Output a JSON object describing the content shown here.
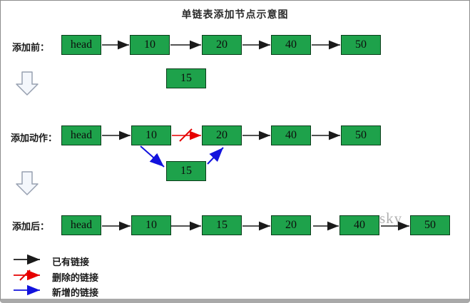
{
  "title": "单链表添加节点示意图",
  "watermark": "sky",
  "rows": {
    "before": {
      "label": "添加前：",
      "nodes": [
        "head",
        "10",
        "20",
        "40",
        "50"
      ],
      "new_node": "15"
    },
    "action": {
      "label": "添加动作：",
      "nodes": [
        "head",
        "10",
        "20",
        "40",
        "50"
      ],
      "new_node": "15"
    },
    "after": {
      "label": "添加后：",
      "nodes": [
        "head",
        "10",
        "15",
        "20",
        "40",
        "50"
      ]
    }
  },
  "legend": {
    "existing": {
      "label": "已有链接"
    },
    "deleted": {
      "label": "删除的链接"
    },
    "added": {
      "label": "新增的链接"
    }
  },
  "colors": {
    "node_fill": "#1ea24b",
    "node_border": "#0a3d1a",
    "link_existing": "#1a1a1a",
    "link_deleted": "#e60000",
    "link_added": "#1212dd",
    "watermark": "#b0b0b0"
  }
}
